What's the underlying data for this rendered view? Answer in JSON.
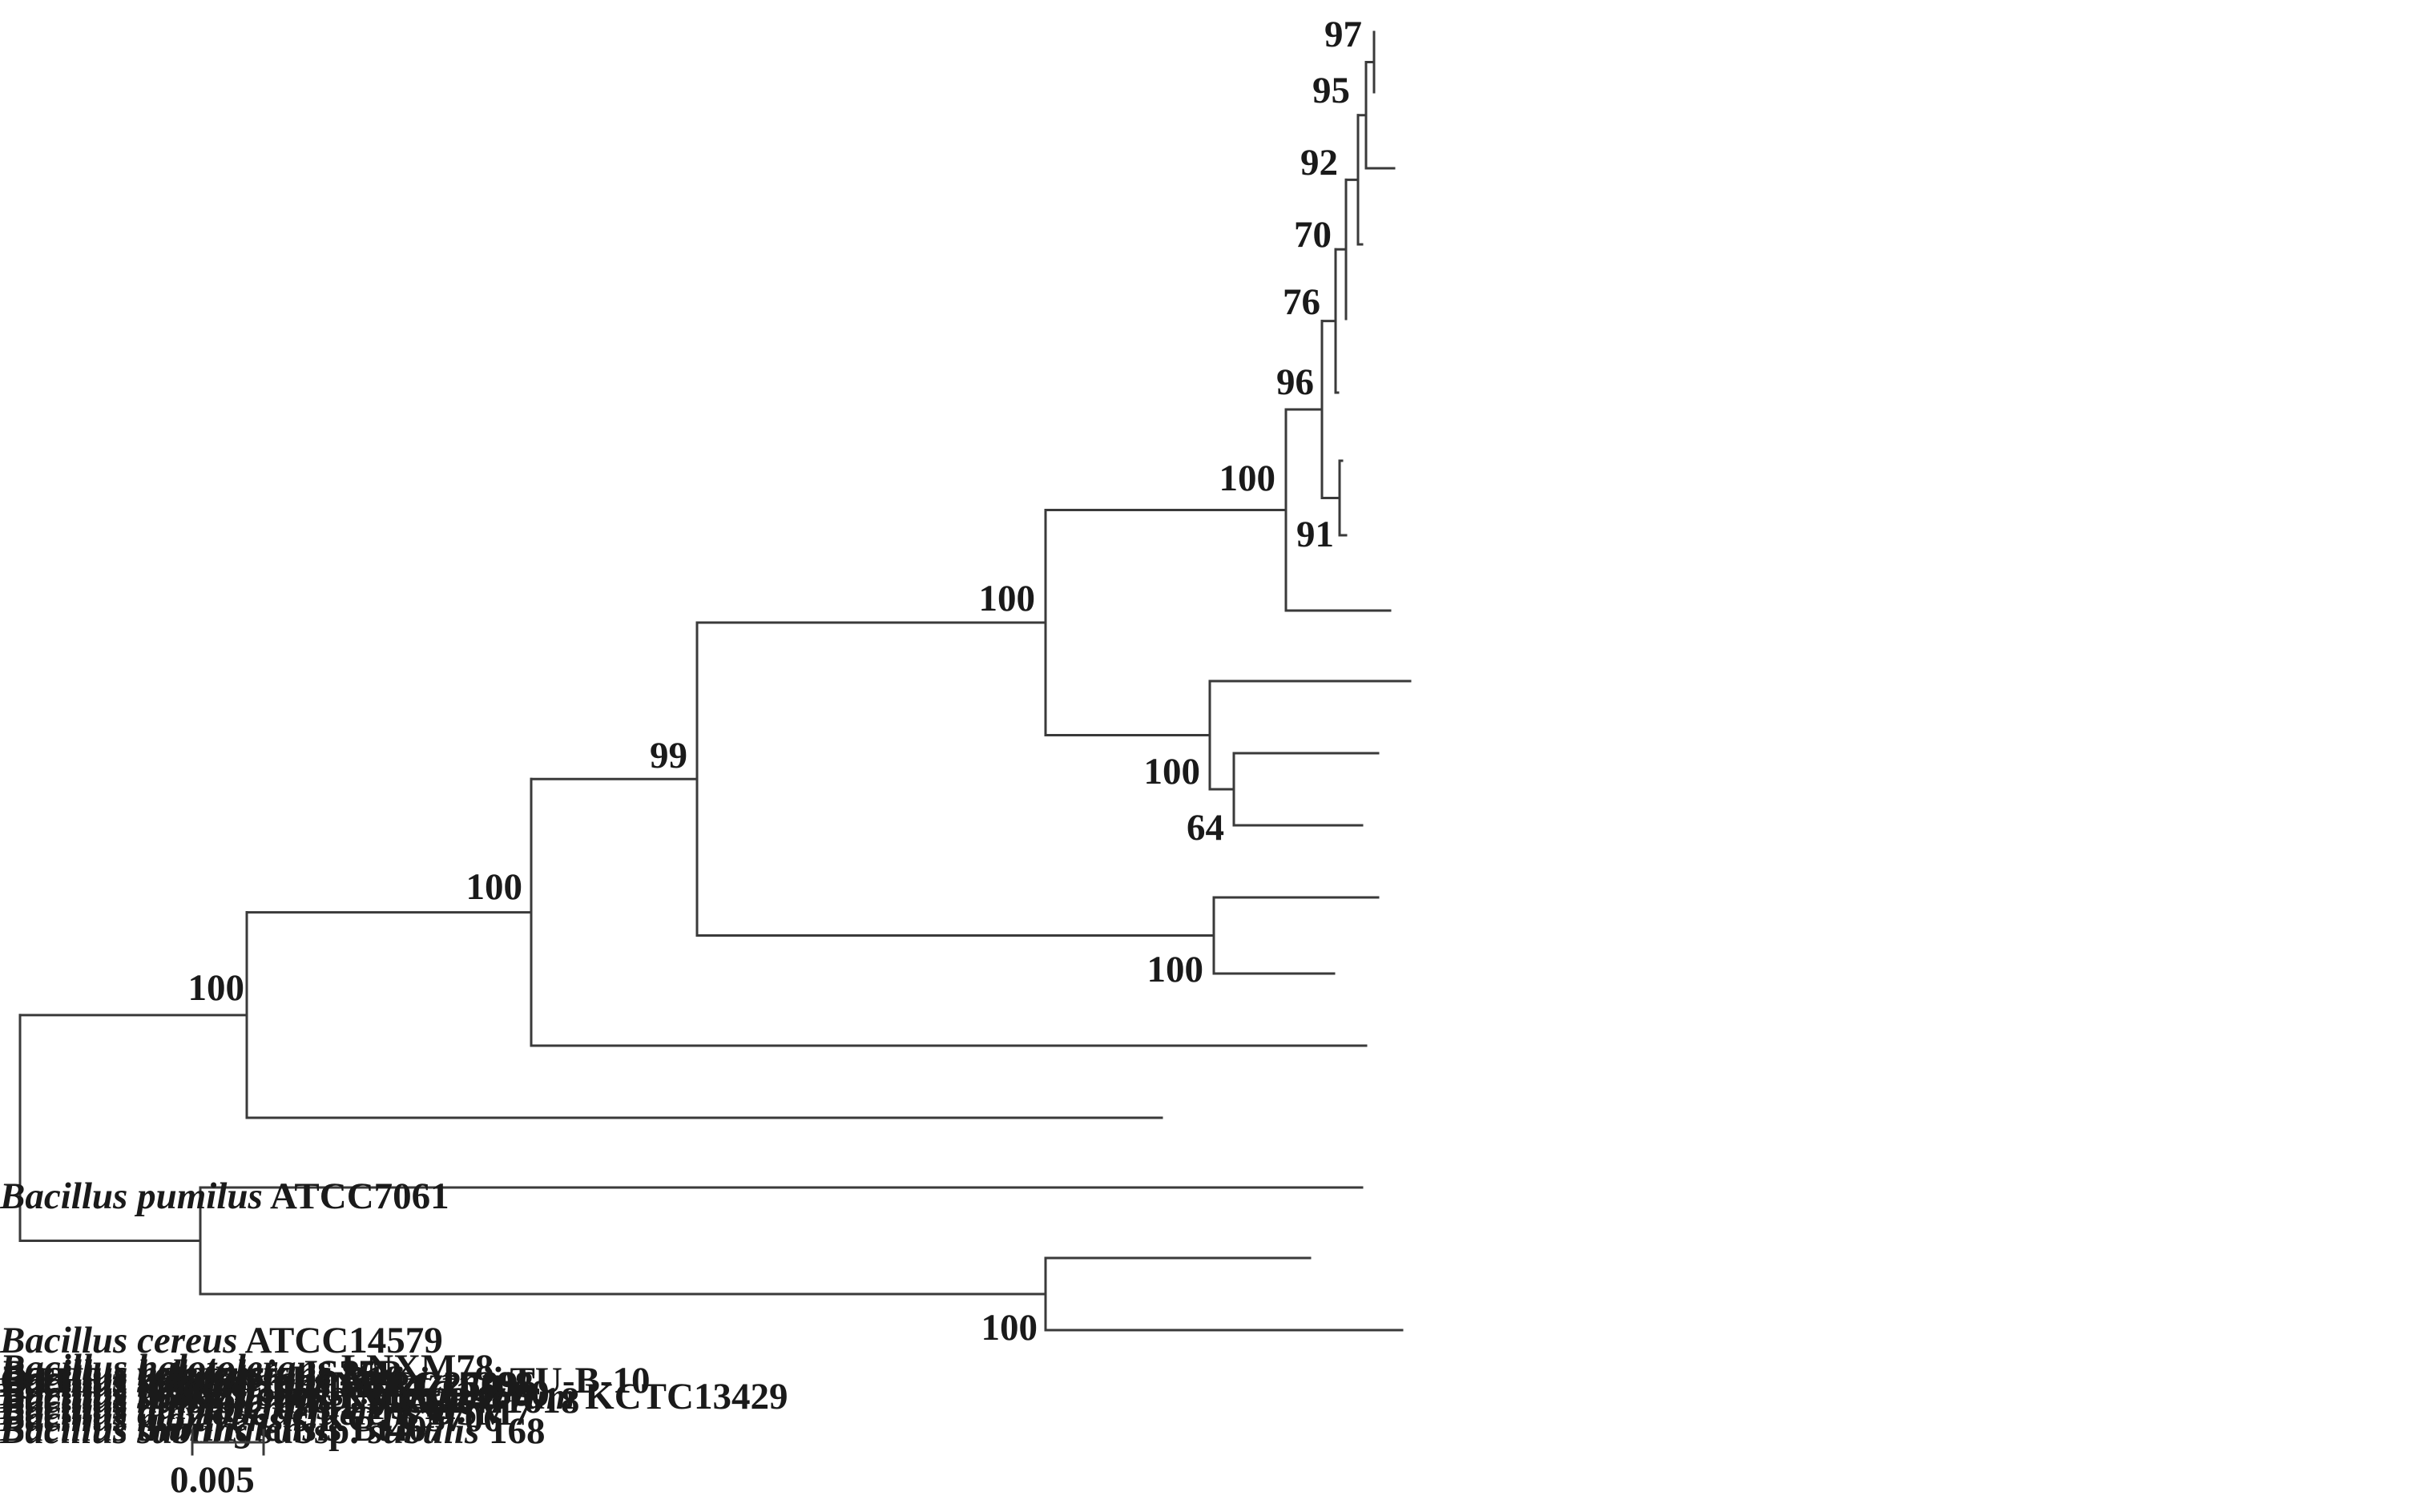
{
  "tree": {
    "taxa": [
      {
        "id": "t1",
        "italic": "Bacillus halotolerans",
        "plain": " LMG22477"
      },
      {
        "id": "t2",
        "italic": "Bacillus halotolerans",
        "plain": " NRRLB-41618"
      },
      {
        "id": "t3",
        "italic": "Bacillus halotolerans",
        "plain": " LYSX1"
      },
      {
        "id": "t4",
        "italic": "Bacillus halotolerans",
        "plain": " ATCC25096"
      },
      {
        "id": "t5",
        "italic": "",
        "plain": "QTH8"
      },
      {
        "id": "t6",
        "italic": "Bacillus halotolerans",
        "plain": " LNXM78"
      },
      {
        "id": "t7",
        "italic": "Bacillus halotolerans",
        "plain": " 86"
      },
      {
        "id": "t8",
        "italic": "Bacillus halotolerans",
        "plain": " B19"
      },
      {
        "id": "t9",
        "italic": "Bacillus mojavensis",
        "plain": " KCTC3706"
      },
      {
        "id": "t10",
        "parts": [
          {
            "t": "Bacillus subtilis",
            "i": true
          },
          {
            "t": " subsp. ",
            "i": false
          },
          {
            "t": "subtilis",
            "i": true
          },
          {
            "t": " 168",
            "i": false
          }
        ]
      },
      {
        "id": "t11",
        "parts": [
          {
            "t": "Bacillus subtilis",
            "i": true
          },
          {
            "t": " subsp. ",
            "i": false
          },
          {
            "t": "inaquosorum",
            "i": true
          },
          {
            "t": " KCTC13429",
            "i": false
          }
        ]
      },
      {
        "id": "t12",
        "parts": [
          {
            "t": "Bacillus subtilis",
            "i": true
          },
          {
            "t": " subsp.",
            "i": false
          },
          {
            "t": "spizizenii",
            "i": true
          },
          {
            "t": " TU-B-10",
            "i": false
          }
        ]
      },
      {
        "id": "t13",
        "italic": "Bacillus amyloliquefaciens",
        "plain": " DSM7"
      },
      {
        "id": "t14",
        "italic": "Bacillus velezensis",
        "plain": " JS25R"
      },
      {
        "id": "t15",
        "italic": "Bacillus licheniformis",
        "plain": " ATCC14580"
      },
      {
        "id": "t16",
        "italic": "Bacillus pumilus",
        "plain": " ATCC7061"
      },
      {
        "id": "t17",
        "italic": "Bacillus megaterium",
        "plain": " NBRC15308"
      },
      {
        "id": "t18",
        "italic": "Bacillus cereus",
        "plain": " ATCC14579"
      },
      {
        "id": "t19",
        "italic": "Bacillus thuringiensis",
        "plain": " Bt407"
      }
    ],
    "supports": {
      "n1": "97",
      "n2": "95",
      "n3": "92",
      "n4": "70",
      "n5": "76",
      "n6": "96",
      "n7": "91",
      "n8": "100",
      "n9": "100",
      "n10": "64",
      "n11": "100",
      "n12": "100",
      "n13": "99",
      "n14": "100",
      "n15": "100",
      "n16": "100"
    },
    "scale_bar": {
      "length": 0.005,
      "label": "0.005"
    }
  }
}
